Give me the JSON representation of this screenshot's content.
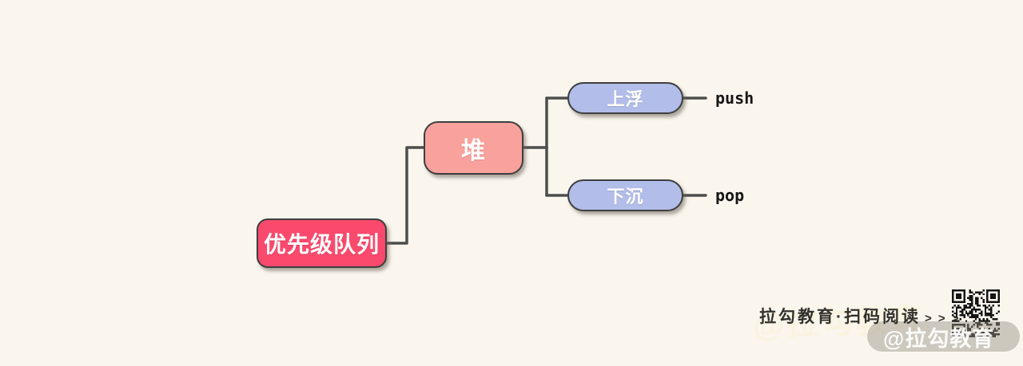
{
  "diagram": {
    "root": {
      "label": "优先级队列"
    },
    "heap": {
      "label": "堆"
    },
    "children": [
      {
        "label": "上浮",
        "annotation": "push"
      },
      {
        "label": "下沉",
        "annotation": "pop"
      }
    ]
  },
  "footer": {
    "promo_text": "拉勾教育·扫码阅读",
    "arrows": "> > >",
    "watermark_text": "@拉勾教育"
  },
  "colors": {
    "background": "#faf6ee",
    "root_fill": "#f94a6d",
    "heap_fill": "#f9a19c",
    "child_fill": "#b2bde9",
    "line": "#4d4d4d",
    "border": "#3e3e3e",
    "footer_text": "#33312c"
  }
}
